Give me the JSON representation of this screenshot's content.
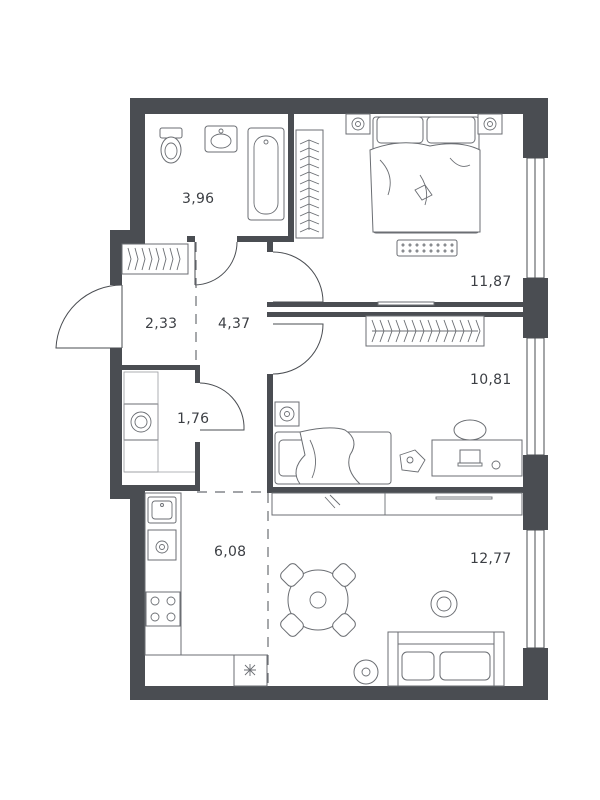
{
  "rooms": [
    {
      "id": "bathroom",
      "area": "3,96"
    },
    {
      "id": "bedroom-main",
      "area": "11,87"
    },
    {
      "id": "entrance-hall",
      "area": "2,33"
    },
    {
      "id": "corridor",
      "area": "4,37"
    },
    {
      "id": "bedroom-second",
      "area": "10,81"
    },
    {
      "id": "wardrobe",
      "area": "1,76"
    },
    {
      "id": "kitchen",
      "area": "6,08"
    },
    {
      "id": "living-room",
      "area": "12,77"
    }
  ],
  "colors": {
    "wall": "#4a4d52",
    "line": "#6b6e73",
    "background": "#ffffff"
  }
}
